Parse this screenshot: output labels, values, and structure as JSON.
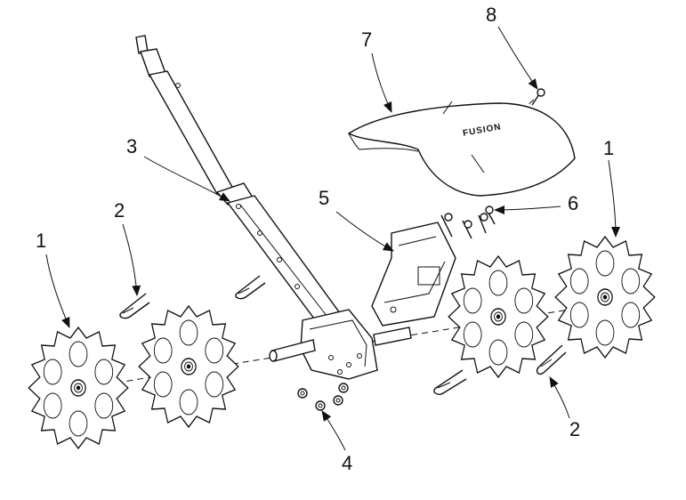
{
  "callouts": {
    "c1_left": "1",
    "c2_left": "2",
    "c3": "3",
    "c4": "4",
    "c5": "5",
    "c6": "6",
    "c7": "7",
    "c8": "8",
    "c1_right": "1",
    "c2_right": "2"
  },
  "parts": {
    "fender_brand": "FUSION"
  }
}
